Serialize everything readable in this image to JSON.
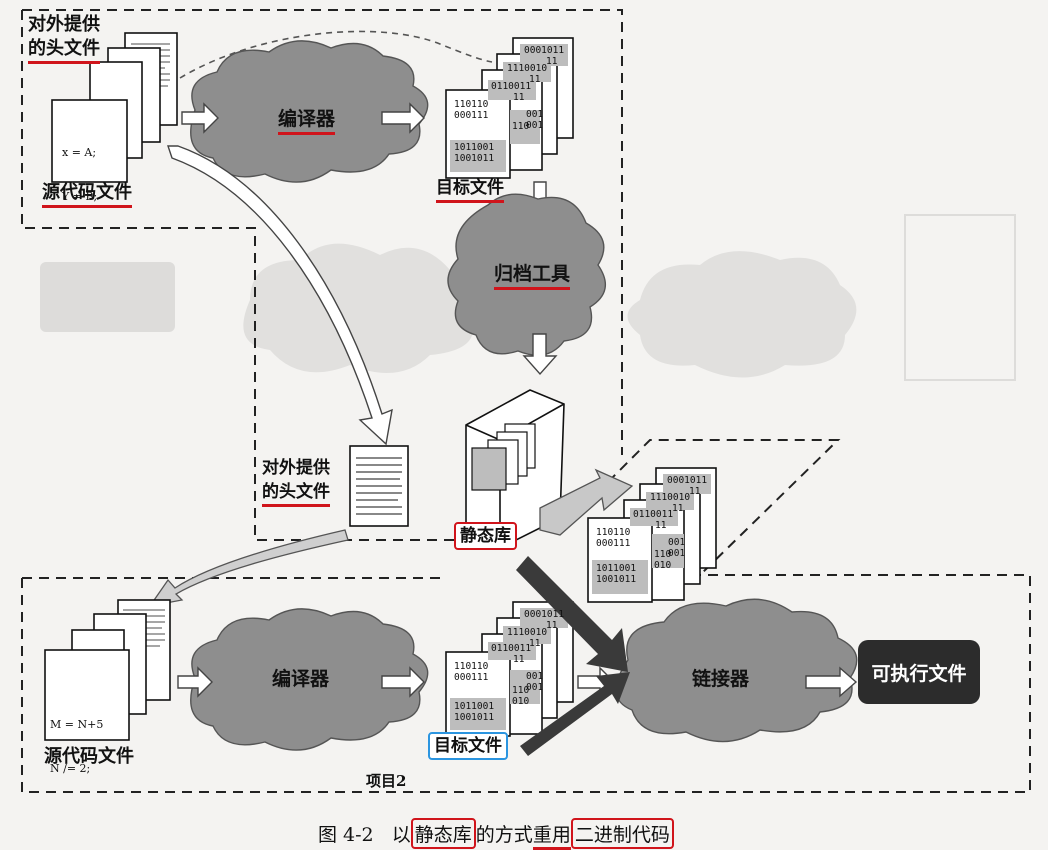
{
  "project1": {
    "header_label_line1": "对外提供",
    "header_label_line2": "的头文件",
    "source_code_lines": [
      "x = A;",
      "Y = B;"
    ],
    "source_label": "源代码文件",
    "compiler_label": "编译器",
    "object_files_label": "目标文件",
    "archiver_label": "归档工具",
    "static_lib_label": "静态库"
  },
  "exported_header": {
    "line1": "对外提供",
    "line2": "的头文件"
  },
  "binary": {
    "back": [
      "0001011",
      "11"
    ],
    "mid2": [
      "1110010",
      "11"
    ],
    "mid1": [
      "0110011",
      "11"
    ],
    "front_top": [
      "110110",
      "000111"
    ],
    "front_bottom": [
      "1011001",
      "1001011"
    ],
    "side_a": [
      "110",
      "010"
    ],
    "side_b": [
      "001",
      "001"
    ]
  },
  "project2": {
    "source_code_lines": [
      "M = N+5",
      "N /= 2;"
    ],
    "source_label": "源代码文件",
    "compiler_label": "编译器",
    "object_files_label": "目标文件",
    "linker_label": "链接器",
    "executable_label": "可执行文件",
    "project_label": "项目2"
  },
  "caption": {
    "figure_no": "图 4-2",
    "text_1": "以",
    "text_static": "静态库",
    "text_2": "的方式",
    "text_reuse": "重用",
    "text_binary": "二进制代码"
  },
  "colors": {
    "cloud": "#8e8e8e",
    "highlight_red": "#d0141b",
    "highlight_blue": "#2b95e0",
    "shaded": "#bdbdbd"
  }
}
